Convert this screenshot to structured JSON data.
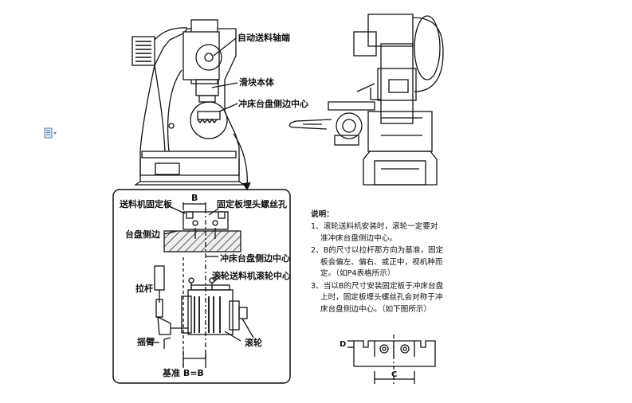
{
  "labels": {
    "feed_shaft_end": "自动送料轴端",
    "slider_body": "滑块本体",
    "press_table_side_center_top": "冲床台盘侧边中心",
    "feeder_fixing_plate": "送料机固定板",
    "dim_b": "B",
    "fixing_plate_screw_hole": "固定板埋头螺丝孔",
    "table_side": "台盘侧边",
    "press_table_side_center": "冲床台盘侧边中心",
    "roller_feeder_roller_center": "滚轮送料机滚轮中心",
    "pull_rod": "拉杆",
    "rocker_arm": "摇臂",
    "roller": "滚轮",
    "datum": "基准 B=B"
  },
  "notes": {
    "title": "说明：",
    "items": [
      {
        "num": "1、",
        "lines": [
          "滚轮送料机安装时，滚轮一定要对",
          "准冲床台盘侧边中心。"
        ]
      },
      {
        "num": "2、",
        "lines": [
          "B的尺寸以拉杆那方向为基准，固定",
          "板会偏左、偏右、或正中，视机种而",
          "定。（如P4表格所示）"
        ]
      },
      {
        "num": "3、",
        "lines": [
          "当以B的尺寸安装固定板于冲床台盘",
          "上时，固定板埋头螺丝孔会对称于冲",
          "床台盘侧边中心。（如下图所示）"
        ]
      }
    ]
  },
  "small_diagram": {
    "dim_d": "D",
    "dim_c": "C"
  },
  "icons": [
    "document-icon",
    "dropdown-arrow-icon"
  ]
}
